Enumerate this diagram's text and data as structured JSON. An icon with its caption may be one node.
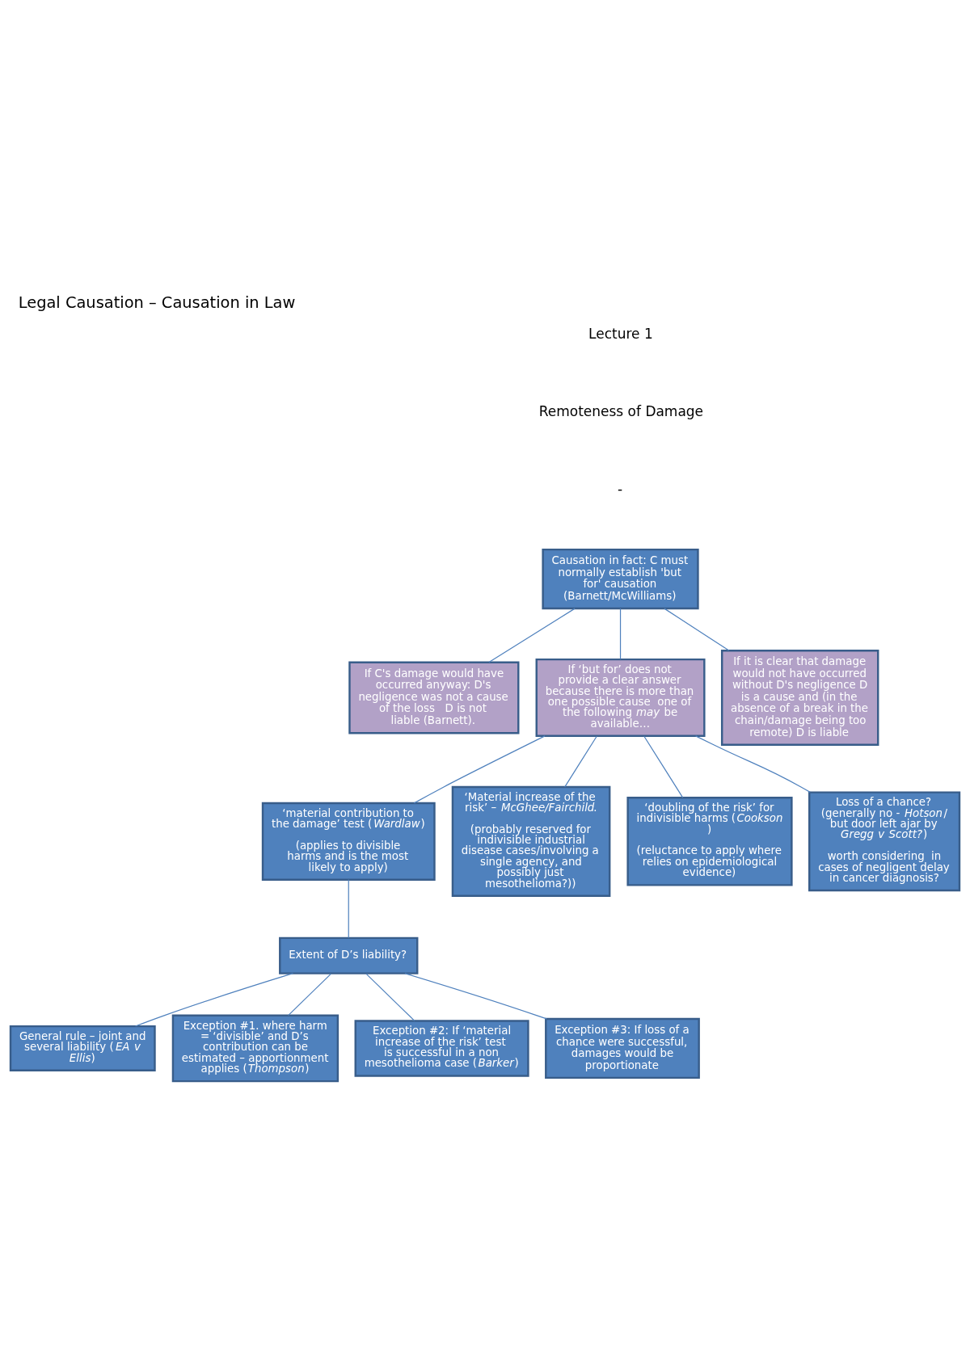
{
  "diagram": {
    "title": "Legal Causation – Causation in Law",
    "nodes": [
      {
        "text": [
          "Causation in fact: C must normally establish 'but for' causation (Barnett/McWilliams)"
        ]
      },
      {
        "text": [
          "If C's damage would have occurred anyway: D's negligence was not a cause of the loss   D is not liable (Barnett)."
        ]
      },
      {
        "text": [
          "If ‘but for’ does not provide a clear answer because there is more than one possible cause  one of the following *may* be available…"
        ]
      },
      {
        "text": [
          "If it is clear that damage would not have occurred without D's negligence D is a cause and (in the absence of a break in the chain/damage being too remote) D is liable"
        ]
      },
      {
        "text": [
          "‘material contribution to the damage’ test (*Wardlaw*)",
          "(applies to divisible harms and is the most likely to apply)"
        ]
      },
      {
        "text": [
          "‘Material increase of the risk’ – *McGhee/Fairchild*.",
          "(probably reserved for indivisible industrial disease cases/involving a single agency, and possibly just mesothelioma?))"
        ]
      },
      {
        "text": [
          "‘doubling of the risk’ for indivisible harms (*Cookson*)",
          "(reluctance to apply where relies on epidemiological evidence)"
        ]
      },
      {
        "text": [
          "Loss of a chance? (generally no - *Hotson*/ but door left ajar by *Gregg v Scott?*)",
          "worth considering  in cases of negligent delay in cancer diagnosis?"
        ]
      },
      {
        "text": [
          "Extent of D’s liability?"
        ]
      },
      {
        "text": [
          "General rule – joint and several liability (*EA v Ellis*)"
        ]
      },
      {
        "text": [
          "Exception #1. where harm  = ‘divisible’ and D’s contribution can be estimated – apportionment applies (*Thompson*)"
        ]
      },
      {
        "text": [
          "Exception #2: If ‘material increase of the risk’ test is successful in a non  mesothelioma case (*Barker*)"
        ]
      },
      {
        "text": [
          "Exception #3: If loss of a chance were successful, damages would be proportionate"
        ]
      }
    ],
    "edges": [
      {
        "from": 0,
        "to": 1,
        "arrow": "none"
      },
      {
        "from": 0,
        "to": 2,
        "arrow": "none"
      },
      {
        "from": 0,
        "to": 3,
        "arrow": "none"
      },
      {
        "from": 2,
        "to": 4,
        "arrow": "none"
      },
      {
        "from": 2,
        "to": 5,
        "arrow": "none"
      },
      {
        "from": 2,
        "to": 6,
        "arrow": "none"
      },
      {
        "from": 2,
        "to": 7,
        "arrow": "none"
      },
      {
        "from": 4,
        "to": 8,
        "arrow": "none"
      },
      {
        "from": 8,
        "to": 9,
        "arrow": "none"
      },
      {
        "from": 8,
        "to": 10,
        "arrow": "none"
      },
      {
        "from": 8,
        "to": 11,
        "arrow": "none"
      },
      {
        "from": 8,
        "to": 12,
        "arrow": "none"
      }
    ],
    "labels": [
      "Lecture 1",
      "Remoteness of Damage",
      "-"
    ]
  }
}
